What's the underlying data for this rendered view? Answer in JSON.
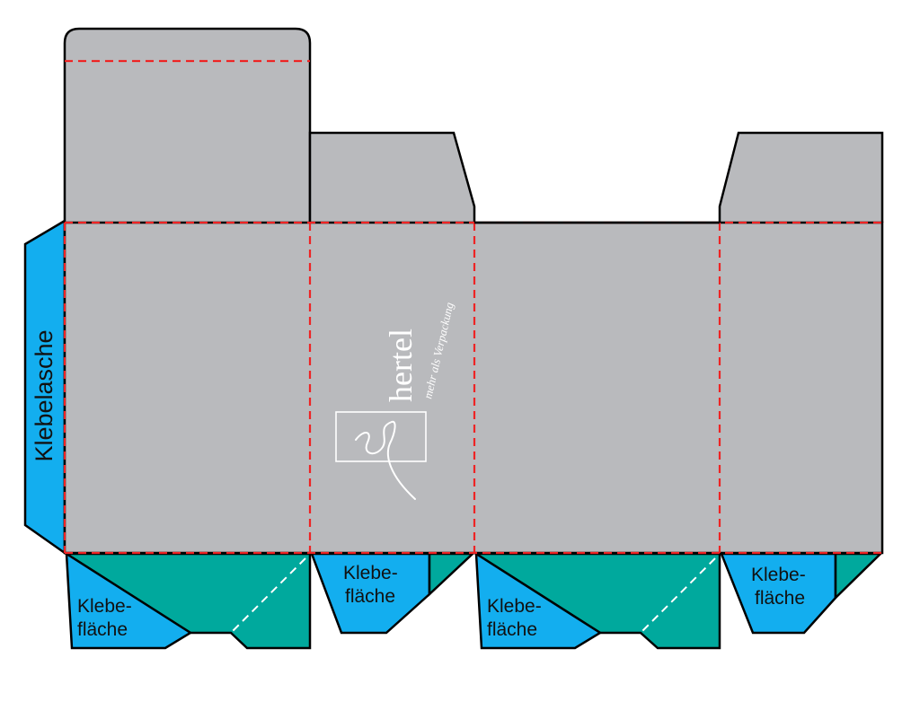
{
  "diagram": {
    "labels": {
      "glue_tab": "Klebelasche",
      "glue_area_line1": "Klebe-",
      "glue_area_line2": "fläche"
    },
    "logo": {
      "brand": "hertel",
      "tagline": "mehr als Verpackung"
    },
    "colors": {
      "panel": "#b9babd",
      "glue_tab": "#13aeef",
      "glue_flap": "#00a99d",
      "fold_line": "#ee2424",
      "cut_line": "#000000"
    }
  }
}
